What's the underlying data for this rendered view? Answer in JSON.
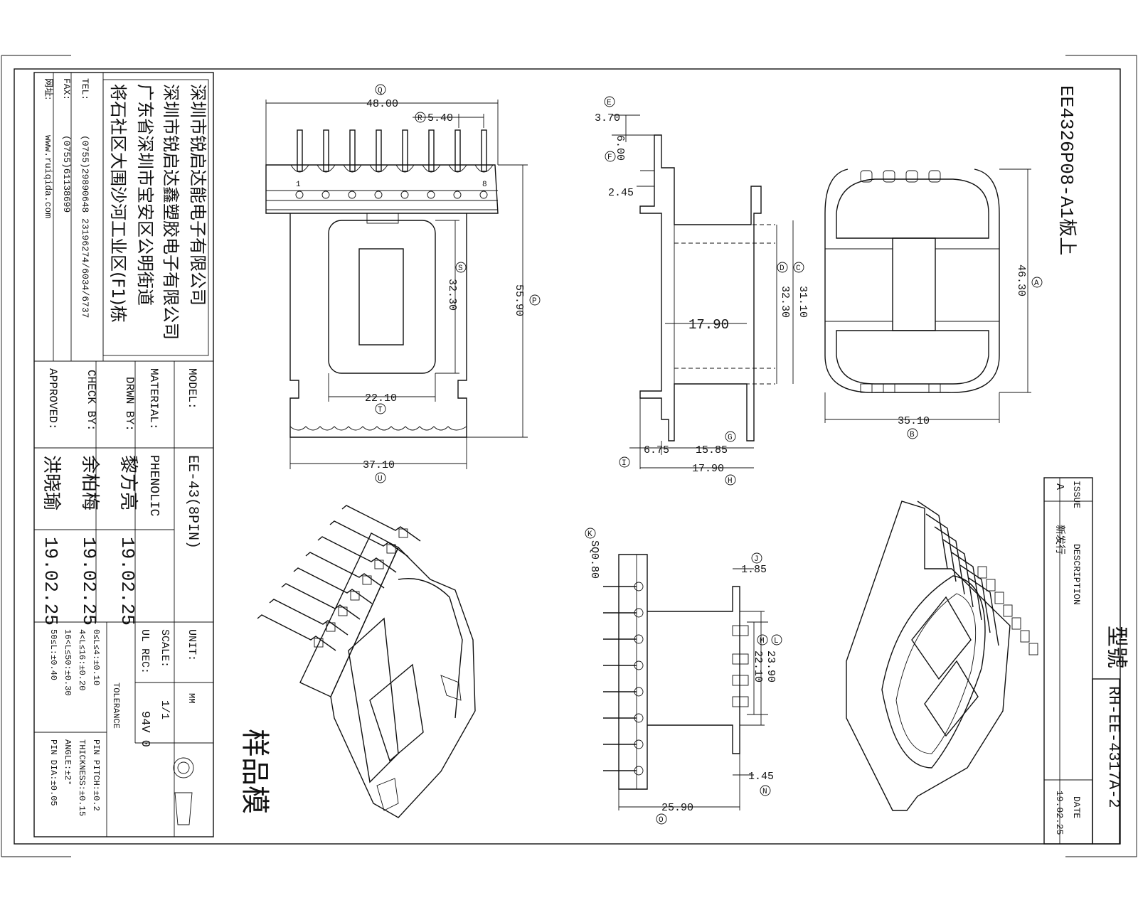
{
  "title": "EE4326P08-A1板上",
  "model_header": "型號",
  "model_number": "RH-EE-4317A-2",
  "sample_label": "样品模",
  "company": {
    "name_1": "深圳市锐启达能电子有限公司",
    "name_2": "深圳市锐启达鑫塑胶电子有限公司",
    "addr_1": "广东省深圳市宝安区公明街道",
    "addr_2": "将石社区大围沙河工业区(F1)栋",
    "tel_label": "TEL:",
    "tel": "(0755)29890648  23196274/6034/6737",
    "fax_label": "FAX:",
    "fax": "(0755)61138699",
    "web_label": "网址:",
    "web": "www.ruiqida.com"
  },
  "title_block": {
    "model_label": "MODEL:",
    "model_value": "EE-43(8PIN)",
    "material_label": "MATERIAL:",
    "material_value": "PHENOLIC",
    "drwn_label": "DRWN BY:",
    "drwn_name": "黎方亮",
    "drwn_date": "19.02.25",
    "check_label": "CHECK BY:",
    "check_name": "余柏梅",
    "check_date": "19.02.25",
    "approved_label": "APPROVED:",
    "approved_name": "洪晓瑜",
    "approved_date": "19.02.25",
    "unit_label": "UNIT:",
    "unit_value": "MM",
    "scale_label": "SCALE:",
    "scale_value": "1/1",
    "ul_label": "UL REC:",
    "ul_value": "94V 0",
    "tolerance_label": "TOLERANCE",
    "tol_1": "0≤L≤4:±0.10",
    "tol_2": "4<L≤16:±0.20",
    "tol_3": "16<L≤50:±0.30",
    "tol_4": "50≤L:±0.40",
    "tol_5": "PIN PITCH:±0.2",
    "tol_6": "THICKNESS:±0.15",
    "tol_7": "ANGLE:±2°",
    "tol_8": "PIN DIA:±0.05"
  },
  "revision": {
    "issue_label": "ISSUE",
    "issue_value": "A",
    "desc_label": "DESCRIPTION",
    "desc_value": "新发行",
    "date_label": "DATE",
    "date_value": "19.02.25"
  },
  "dimensions": {
    "top_width": "48.00",
    "pin_pitch": "5.40",
    "height_p": "55.90",
    "window_s": "32.30",
    "inner_t": "22.10",
    "bottom_u": "37.10",
    "pin1": "1",
    "pin8": "8",
    "side_e": "3.70",
    "side_f": "6.00",
    "side_g": "2.45",
    "side_c": "31.10",
    "side_d": "32.30",
    "center": "17.90",
    "side_i": "6.75",
    "side_15": "15.85",
    "side_h": "17.90",
    "plan_a": "46.30",
    "plan_b": "35.10",
    "pin_k": "SQ0.80",
    "front_j": "1.85",
    "front_l": "23.90",
    "front_m": "22.10",
    "front_n": "1.45",
    "front_o": "25.90",
    "tag_Q": "Q",
    "tag_R": "R",
    "tag_P": "P",
    "tag_S": "S",
    "tag_T": "T",
    "tag_U": "U",
    "tag_E": "E",
    "tag_F": "F",
    "tag_C": "C",
    "tag_D": "D",
    "tag_G": "G",
    "tag_I": "I",
    "tag_H": "H",
    "tag_A": "A",
    "tag_B": "B",
    "tag_K": "K",
    "tag_J": "J",
    "tag_L": "L",
    "tag_M": "M",
    "tag_N": "N",
    "tag_O": "O"
  }
}
